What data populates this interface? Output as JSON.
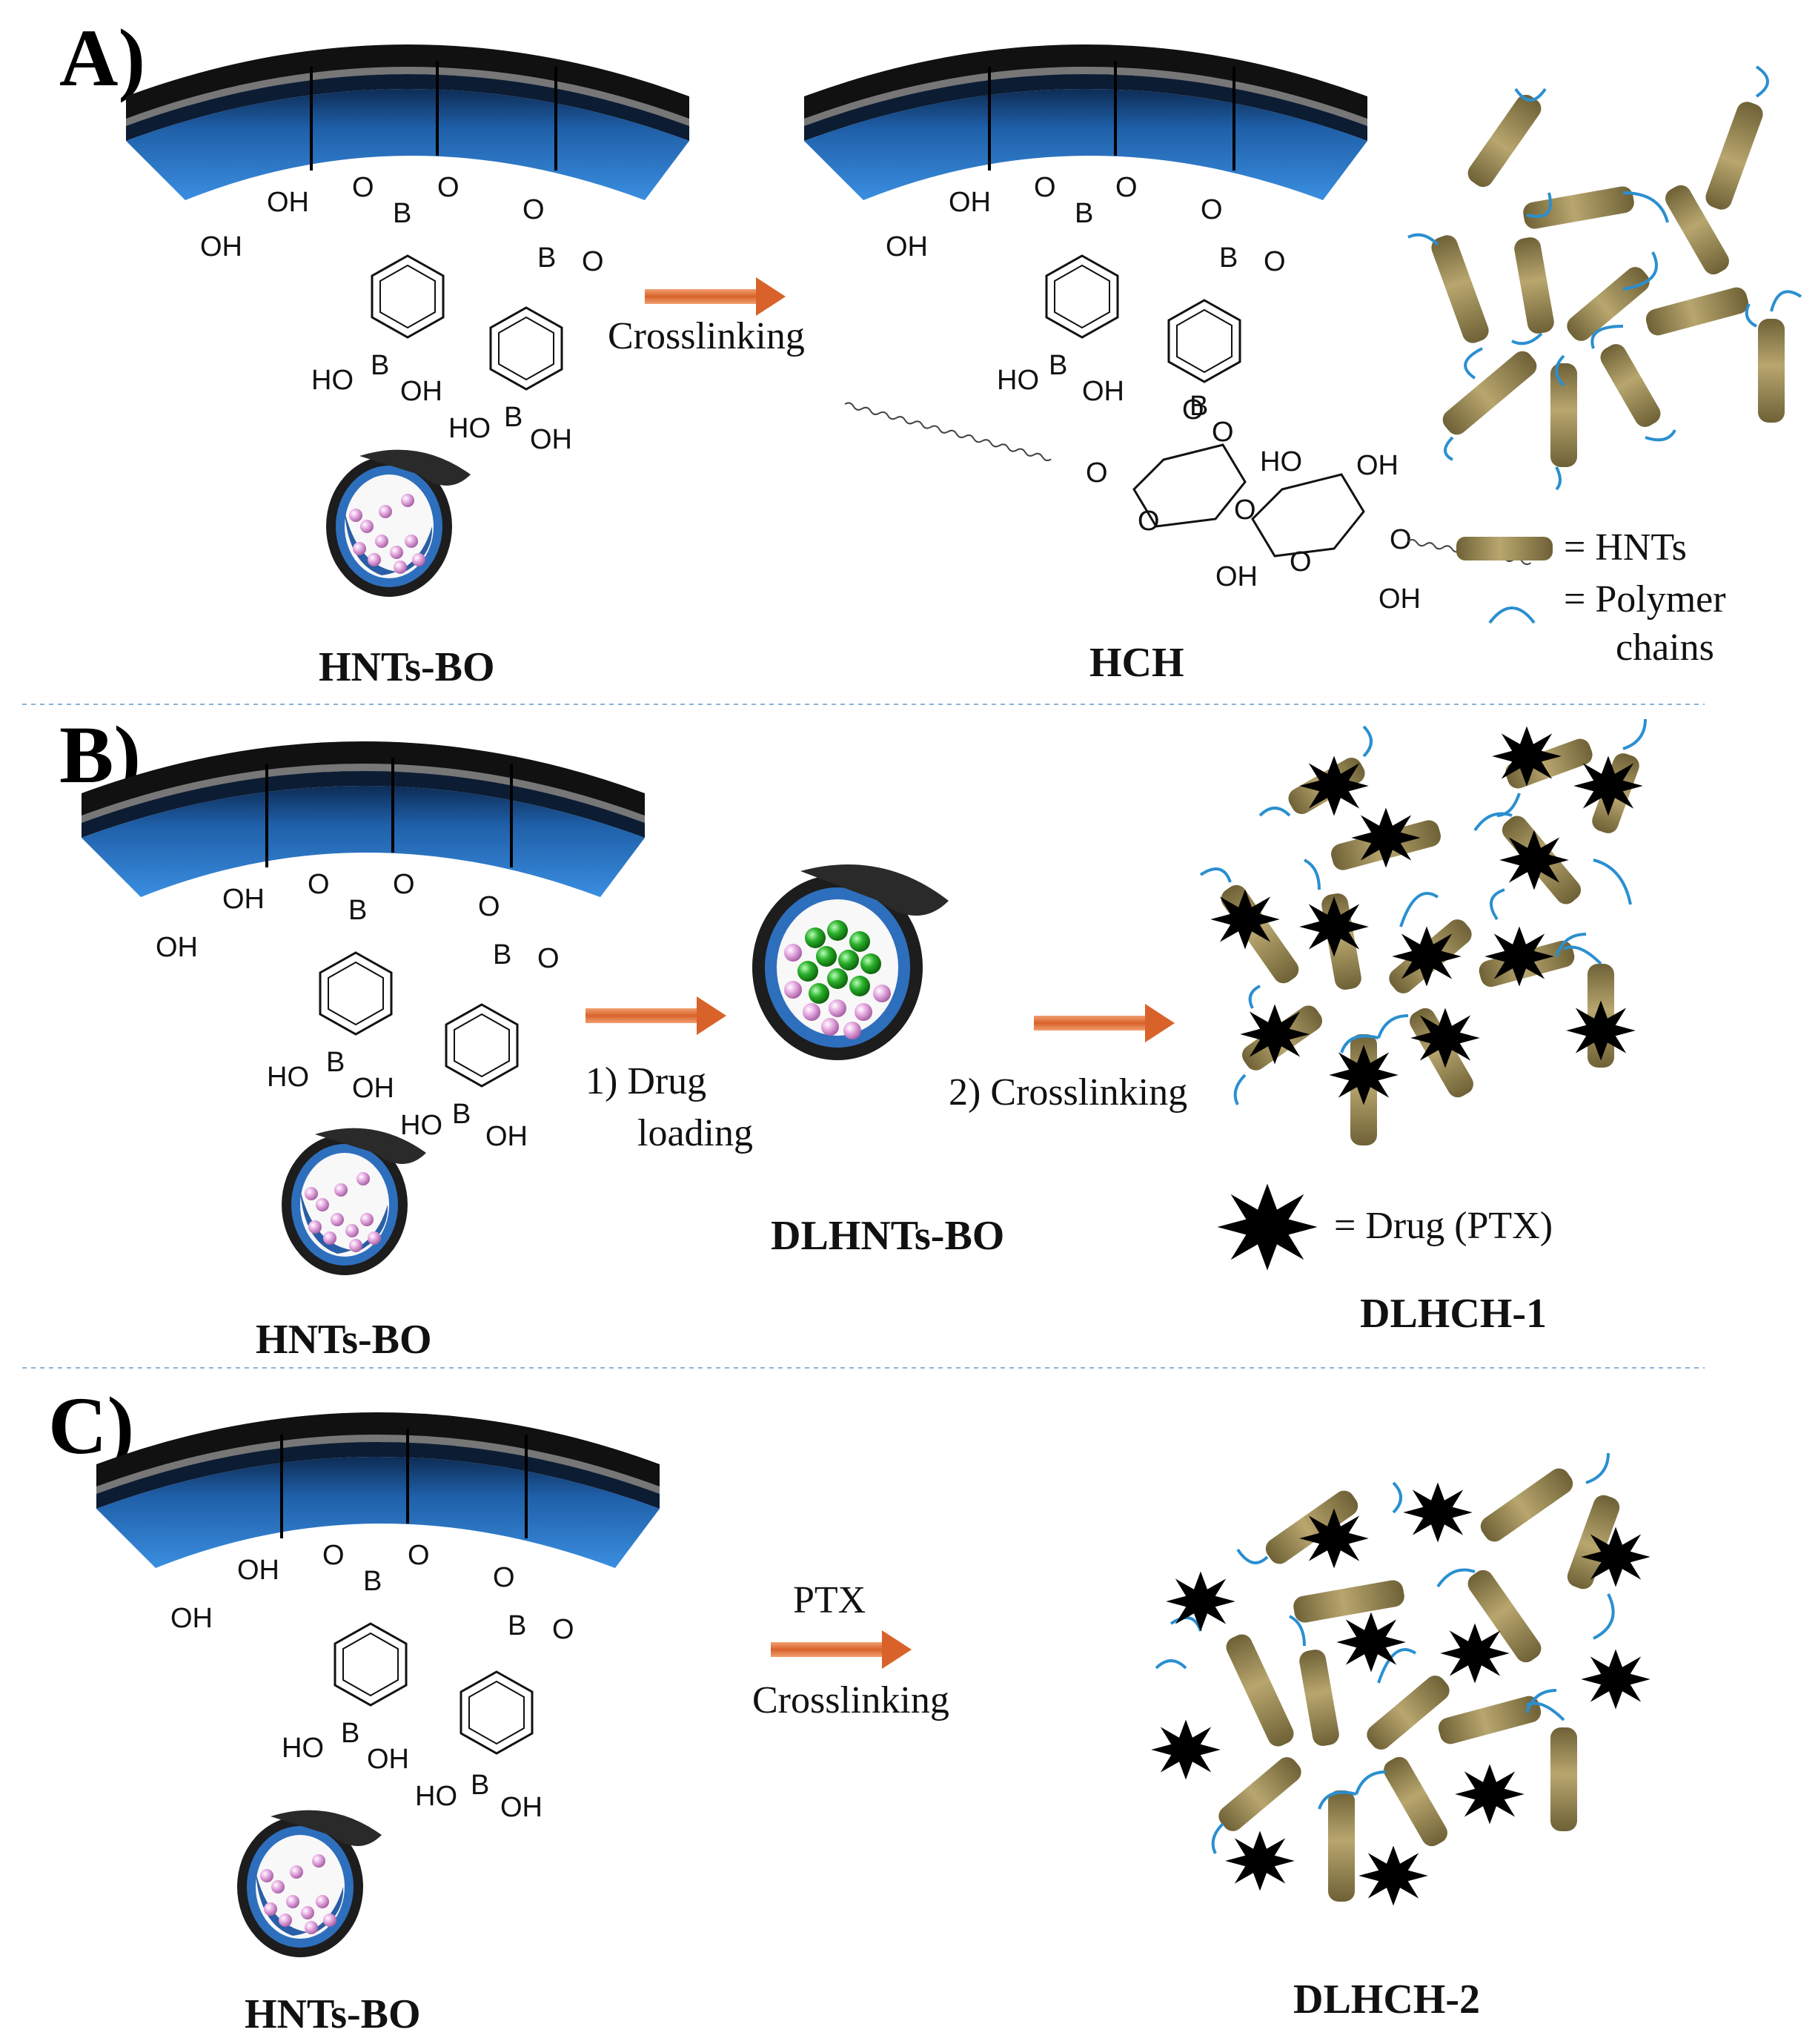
{
  "panels": {
    "a": {
      "label": "A)",
      "left_name": "HNTs-BO",
      "arrow_label": "Crosslinking",
      "right_name": "HCH",
      "legend_hnts": "= HNTs",
      "legend_polymer_1": "= Polymer",
      "legend_polymer_2": "chains"
    },
    "b": {
      "label": "B)",
      "left_name": "HNTs-BO",
      "step1_line1": "1)  Drug",
      "step1_line2": "loading",
      "middle_name": "DLHNTs-BO",
      "step2": "2) Crosslinking",
      "legend_drug": "= Drug (PTX)",
      "right_name": "DLHCH-1"
    },
    "c": {
      "label": "C)",
      "left_name": "HNTs-BO",
      "arrow_top": "PTX",
      "arrow_bottom": "Crosslinking",
      "right_name": "DLHCH-2"
    }
  },
  "chem": {
    "oh": "OH",
    "ho": "HO",
    "o": "O",
    "b": "B"
  },
  "colors": {
    "clay_dark": "#1a1a1a",
    "clay_blue": "#2f7fd1",
    "tube": "#9c8a55",
    "polymer": "#2a8fd0",
    "arrow": "#e07a3a",
    "drug": "#000000",
    "green_drug": "#2bb02b",
    "pink_particle": "#e4a7e0",
    "divider": "#8ab4d8"
  }
}
